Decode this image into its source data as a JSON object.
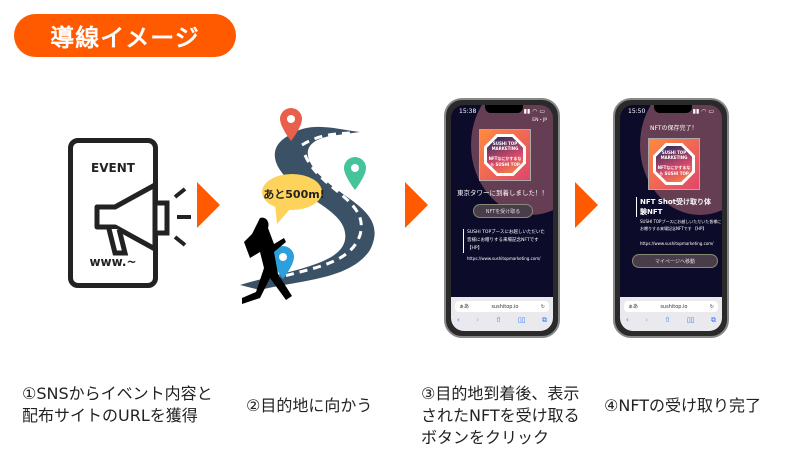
{
  "title": "導線イメージ",
  "event_phone": {
    "label": "EVENT",
    "url": "www.~"
  },
  "map": {
    "bubble": "あと500m!"
  },
  "phone1": {
    "time": "15:38",
    "lang": "EN・JP",
    "nft_title": "SUSHI TOP MARKETING",
    "nft_sub": "NFTなにかするなら SUSHI TOP",
    "heading": "東京タワーに到着しました！！",
    "button": "NFTを受け取る",
    "desc": "SUSHI TOPブースにお越しいただいた皆様にお贈りする来場記念NFTです 【HP】",
    "link": "https://www.sushitopmarketing.com/",
    "url_aa": "ぁあ",
    "url": "sushitop.io"
  },
  "phone2": {
    "time": "15:50",
    "heading": "NFTの保存完了！",
    "nft_title": "SUSHI TOP MARKETING",
    "nft_sub": "NFTなにかするなら SUSHI TOP",
    "name": "NFT Shot受け取り体験NFT",
    "desc": "SUSHI TOPブースにお越しいただいた皆様にお贈りする来場記念NFTです 【HP】",
    "link": "https://www.sushitopmarketing.com/",
    "button": "マイページへ移動",
    "url_aa": "ぁあ",
    "url": "sushitop.io"
  },
  "captions": [
    "①SNSからイベント内容と配布サイトのURLを獲得",
    "②目的地に向かう",
    "③目的地到着後、表示されたNFTを受け取るボタンをクリック",
    "④NFTの受け取り完了"
  ],
  "colors": {
    "accent": "#ff5a00",
    "road": "#3b5166"
  }
}
